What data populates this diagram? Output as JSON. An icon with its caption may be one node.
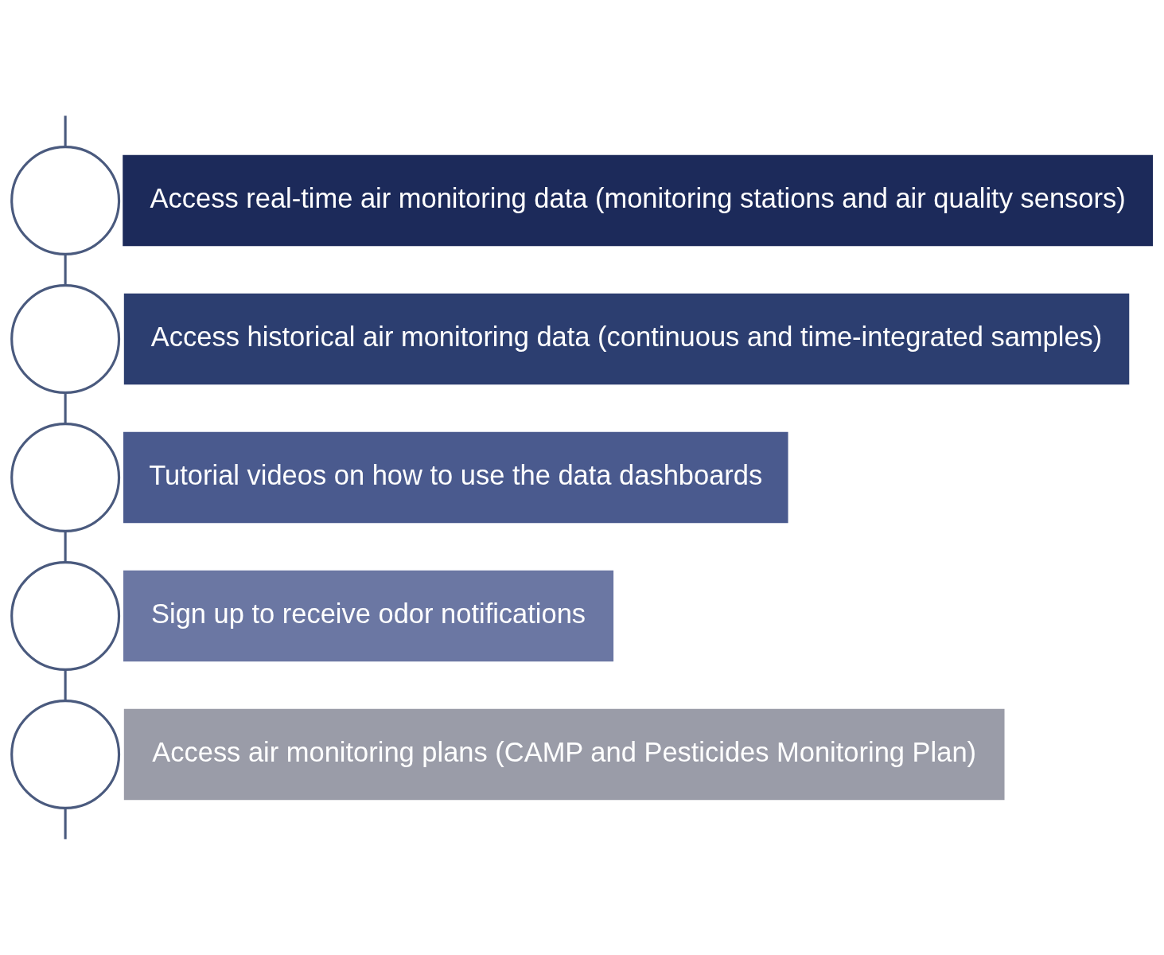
{
  "diagram": {
    "nodes": [
      {
        "text": [],
        "shape": "circle"
      },
      {
        "text": [
          "Access real-time air monitoring data (monitoring stations and air quality sensors)"
        ]
      },
      {
        "text": [],
        "shape": "circle"
      },
      {
        "text": [
          "Access historical air monitoring data (continuous and time-integrated samples)"
        ]
      },
      {
        "text": [],
        "shape": "circle"
      },
      {
        "text": [
          "Tutorial videos on how to use the data dashboards"
        ]
      },
      {
        "text": [],
        "shape": "circle"
      },
      {
        "text": [
          "Sign up to receive odor notifications"
        ]
      },
      {
        "text": [],
        "shape": "circle"
      },
      {
        "text": [
          "Access air monitoring plans (CAMP and Pesticides Monitoring Plan)"
        ]
      }
    ],
    "edges": [
      {
        "from": null,
        "to": 0,
        "arrow": "none"
      },
      {
        "from": 0,
        "to": 2,
        "arrow": "none"
      },
      {
        "from": 2,
        "to": 4,
        "arrow": "none"
      },
      {
        "from": 4,
        "to": 6,
        "arrow": "none"
      },
      {
        "from": 6,
        "to": 8,
        "arrow": "none"
      },
      {
        "from": 8,
        "to": null,
        "arrow": "none"
      }
    ]
  }
}
